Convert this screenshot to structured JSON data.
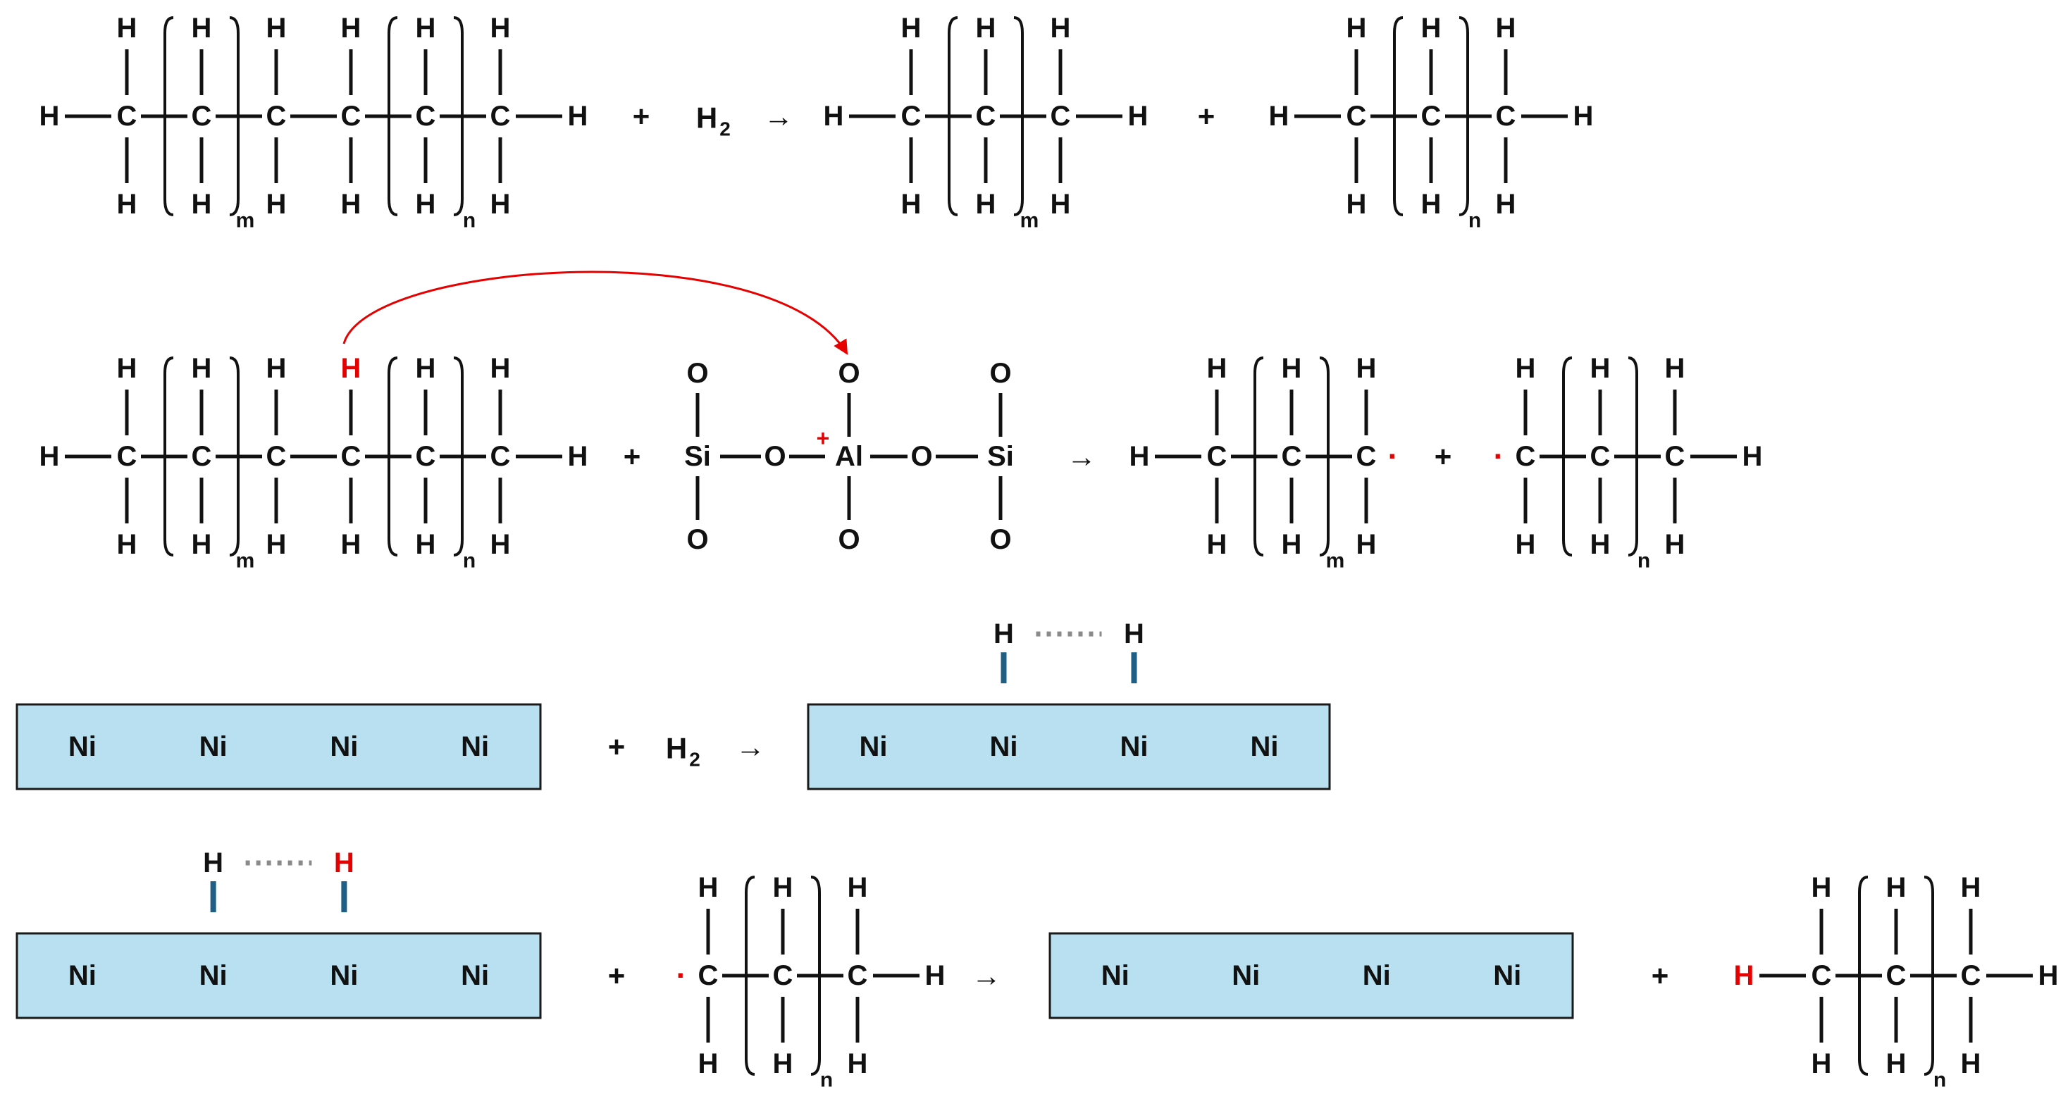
{
  "symbols": {
    "carbon": "C",
    "hydrogen": "H",
    "oxygen": "O",
    "silicon": "Si",
    "aluminum": "Al",
    "nickel": "Ni",
    "plus": "+",
    "arrow": "→",
    "h2": "H",
    "h2_sub": "2",
    "charge": "+",
    "radical": "·",
    "sub_m": "m",
    "sub_n": "n",
    "dots": "......"
  },
  "colors": {
    "text": "#111111",
    "highlight": "#e60000",
    "bond_line": "#111111",
    "surface_fill": "#b9e0f0",
    "surface_stroke": "#1a1a1a",
    "ni_bond": "#1f5f86",
    "dots": "#8a8a8a"
  },
  "reactions": [
    {
      "name": "hydrocracking-overall",
      "terms": [
        "alkane-chain-mn",
        "plus",
        "H2",
        "arrow",
        "alkane-m",
        "plus",
        "alkane-n"
      ]
    },
    {
      "name": "acid-site-cracking",
      "terms": [
        "alkane-chain-mn-red-H",
        "plus",
        "zeolite-site-Si-O-Al+-O-Si",
        "arrow",
        "radical-m",
        "plus",
        "radical-n"
      ]
    },
    {
      "name": "h2-dissociation-on-ni",
      "terms": [
        "ni-surface",
        "plus",
        "H2",
        "arrow",
        "ni-surface-with-adsorbed-H"
      ]
    },
    {
      "name": "radical-hydrogenation",
      "terms": [
        "ni-surface-with-H-red",
        "plus",
        "radical-n",
        "arrow",
        "ni-surface",
        "plus",
        "alkane-n-red-H"
      ]
    }
  ]
}
